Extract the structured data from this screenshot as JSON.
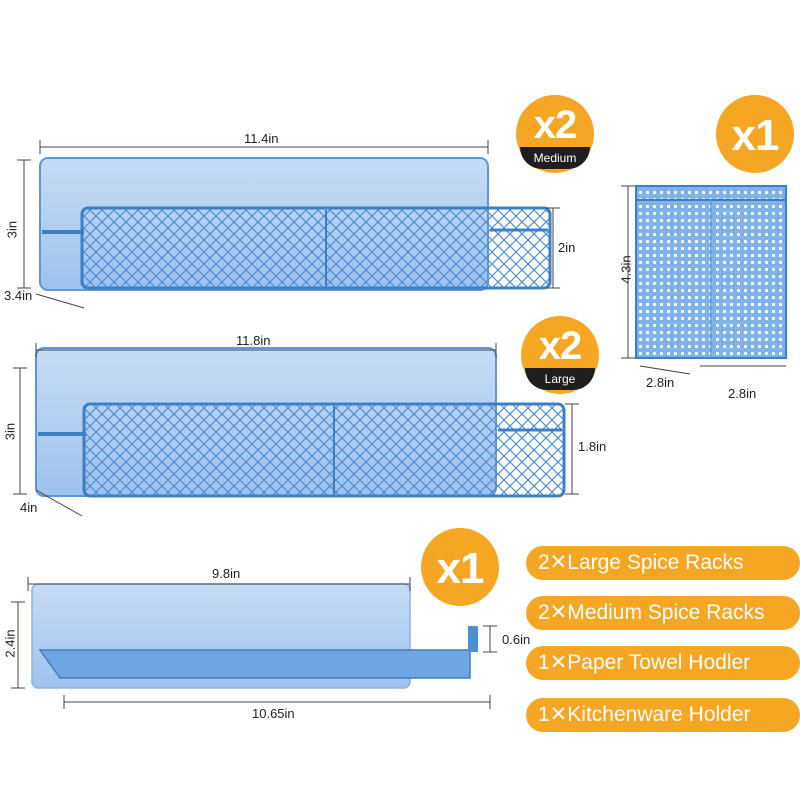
{
  "colors": {
    "accent": "#f5a623",
    "product": "#7fb2e8",
    "product_dark": "#3d7fc4",
    "label_bg": "#1e1e1e"
  },
  "medium_rack": {
    "width": "11.4in",
    "height": "3in",
    "depth": "3.4in",
    "basket_height": "2in",
    "badge": {
      "qty": "x2",
      "size": "Medium"
    }
  },
  "large_rack": {
    "width": "11.8in",
    "height": "3in",
    "depth": "4in",
    "basket_height": "1.8in",
    "badge": {
      "qty": "x2",
      "size": "Large"
    }
  },
  "holder": {
    "height": "4.3in",
    "depth": "2.8in",
    "width": "2.8in",
    "badge": {
      "qty": "x1"
    }
  },
  "towel_holder": {
    "width": "9.8in",
    "height": "2.4in",
    "bar_height": "0.6in",
    "bar_length": "10.65in",
    "badge": {
      "qty": "x1"
    }
  },
  "contents": [
    "2✕Large Spice Racks",
    "2✕Medium Spice Racks",
    "1✕Paper Towel Hodler",
    "1✕Kitchenware Holder"
  ]
}
